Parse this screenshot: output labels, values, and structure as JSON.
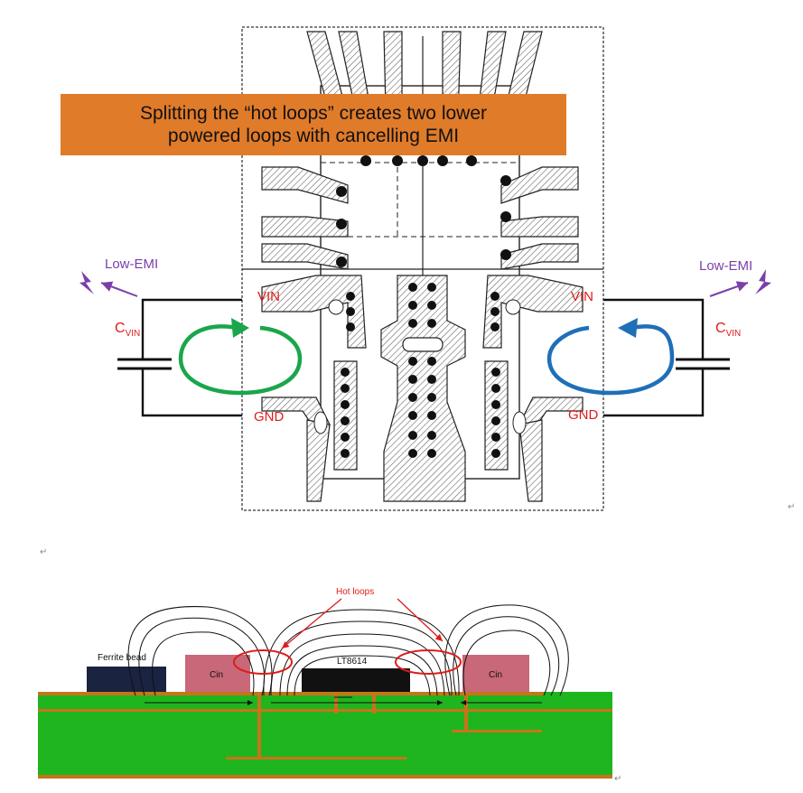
{
  "banner": {
    "line1": "Splitting the “hot loops” creates two lower",
    "line2": "powered loops with cancelling EMI"
  },
  "top_diagram": {
    "left": {
      "emi_label": "Low-EMI",
      "cap_label_main": "C",
      "cap_label_sub": "VIN",
      "vin_label": "VIN",
      "gnd_label": "GND",
      "loop_color": "#1aa64b",
      "loop_direction": "clockwise"
    },
    "right": {
      "emi_label": "Low-EMI",
      "cap_label_main": "C",
      "cap_label_sub": "VIN",
      "vin_label": "VIN",
      "gnd_label": "GND",
      "loop_color": "#1f6fb8",
      "loop_direction": "counterclockwise"
    },
    "emi_color": "#7a3fa8",
    "label_color": "#e01b1b"
  },
  "cross_section": {
    "hot_loops_label": "Hot loops",
    "ferrite_label": "Ferrite bead",
    "cin_left_label": "Cin",
    "ic_label": "LT8614",
    "cin_right_label": "Cin",
    "board_color": "#1fb51f",
    "copper_color": "#c8741a",
    "cin_color": "#c86878",
    "ferrite_color": "#1a2340",
    "ic_color": "#111111",
    "hot_loop_color": "#e01b1b"
  },
  "return_marks": [
    "↵",
    "↵",
    "↵"
  ]
}
